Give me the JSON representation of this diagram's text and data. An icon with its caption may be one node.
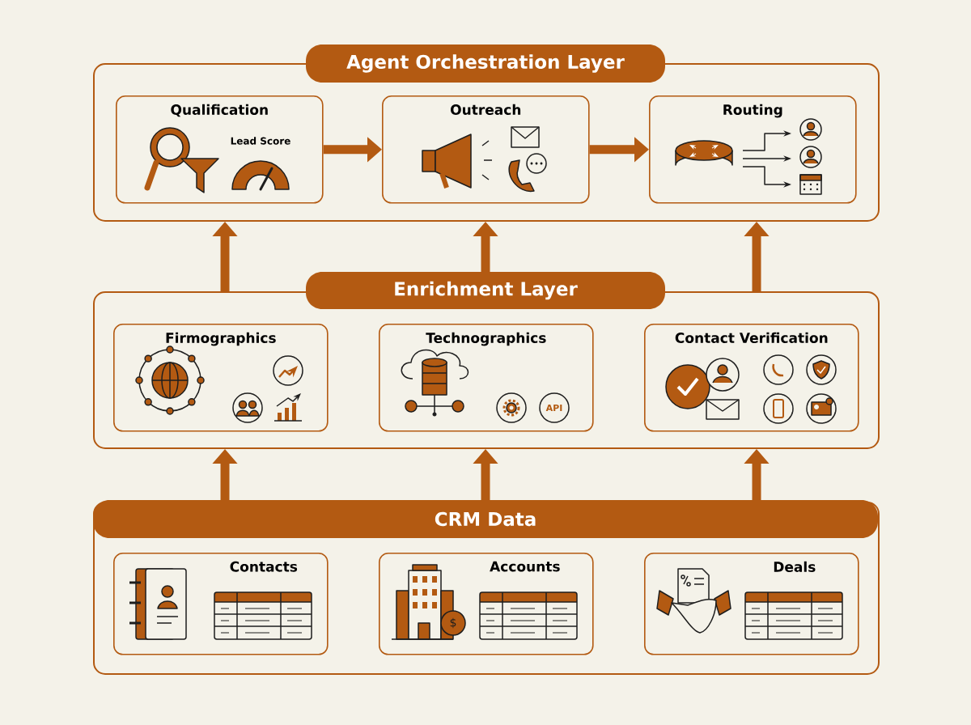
{
  "diagram": {
    "nodes": [
      {
        "text": [
          "Agent Orchestration Layer"
        ]
      },
      {
        "text": [
          "Qualification",
          "Lead Score"
        ],
        "in": 0
      },
      {
        "text": [
          "Outreach"
        ],
        "in": 0
      },
      {
        "text": [
          "Routing"
        ],
        "in": 0
      },
      {
        "text": [
          "Enrichment Layer"
        ]
      },
      {
        "text": [
          "Firmographics"
        ],
        "in": 4
      },
      {
        "text": [
          "Technographics"
        ],
        "in": 4
      },
      {
        "text": [
          "Contact Verification"
        ],
        "in": 4
      },
      {
        "text": [
          "CRM Data"
        ]
      },
      {
        "text": [
          "Contacts"
        ],
        "in": 8
      },
      {
        "text": [
          "Accounts"
        ],
        "in": 8
      },
      {
        "text": [
          "Deals"
        ],
        "in": 8
      }
    ],
    "edges": [
      {
        "from": 1,
        "to": 2,
        "arrow": "to"
      },
      {
        "from": 2,
        "to": 3,
        "arrow": "to"
      },
      {
        "from": 4,
        "to": 0,
        "arrow": "to"
      },
      {
        "from": 4,
        "to": 0,
        "arrow": "to"
      },
      {
        "from": 4,
        "to": 0,
        "arrow": "to"
      },
      {
        "from": 8,
        "to": 4,
        "arrow": "to"
      },
      {
        "from": 8,
        "to": 4,
        "arrow": "to"
      },
      {
        "from": 8,
        "to": 4,
        "arrow": "to"
      }
    ],
    "labels": [
      "API",
      "$"
    ]
  }
}
